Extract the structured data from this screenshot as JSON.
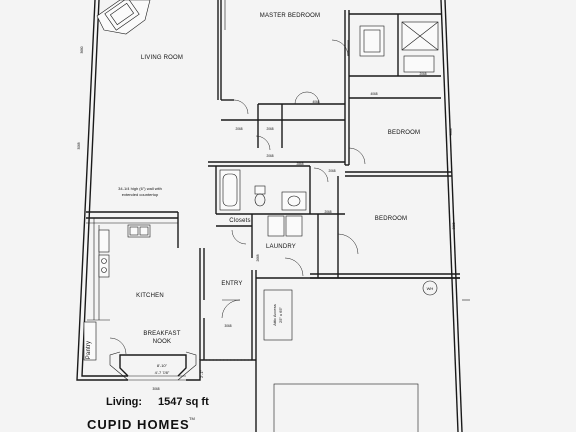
{
  "plan": {
    "rooms": {
      "master_bedroom": "MASTER BEDROOM",
      "living_room": "LIVING ROOM",
      "bedroom_1": "BEDROOM",
      "bedroom_2": "BEDROOM",
      "kitchen": "KITCHEN",
      "breakfast_nook_1": "BREAKFAST",
      "breakfast_nook_2": "NOOK",
      "entry": "ENTRY",
      "laundry": "LAUNDRY",
      "closets": "Closets",
      "pantry": "Pantry",
      "wh": "WH"
    },
    "notes": {
      "wall_line1": "34-1/4 high (6\") wall with",
      "wall_line2": "extended countertop",
      "attic_line1": "Attic Access",
      "attic_line2": "25\" x 65\""
    },
    "dimensions": {
      "nook_width": "8'-10\"",
      "nook_depth": "4'-7 7/8\"",
      "step": "2'-1\"",
      "left_top": "3680",
      "left_mid": "3068",
      "door_a": "2068",
      "door_b": "2068",
      "door_c": "2068",
      "closet_bi": "4068",
      "door_d": "2068",
      "door_e": "2868",
      "bed_closet": "4068",
      "door_f": "2068",
      "door_g": "2068",
      "right_a": "3068",
      "right_b": "3068",
      "laundry_door": "2668",
      "entry_door": "3068",
      "kitchen_win": "3068"
    },
    "summary": {
      "living_label": "Living:",
      "living_value": "1547 sq ft",
      "brand": "CUPID HOMES",
      "tm": "TM"
    }
  }
}
